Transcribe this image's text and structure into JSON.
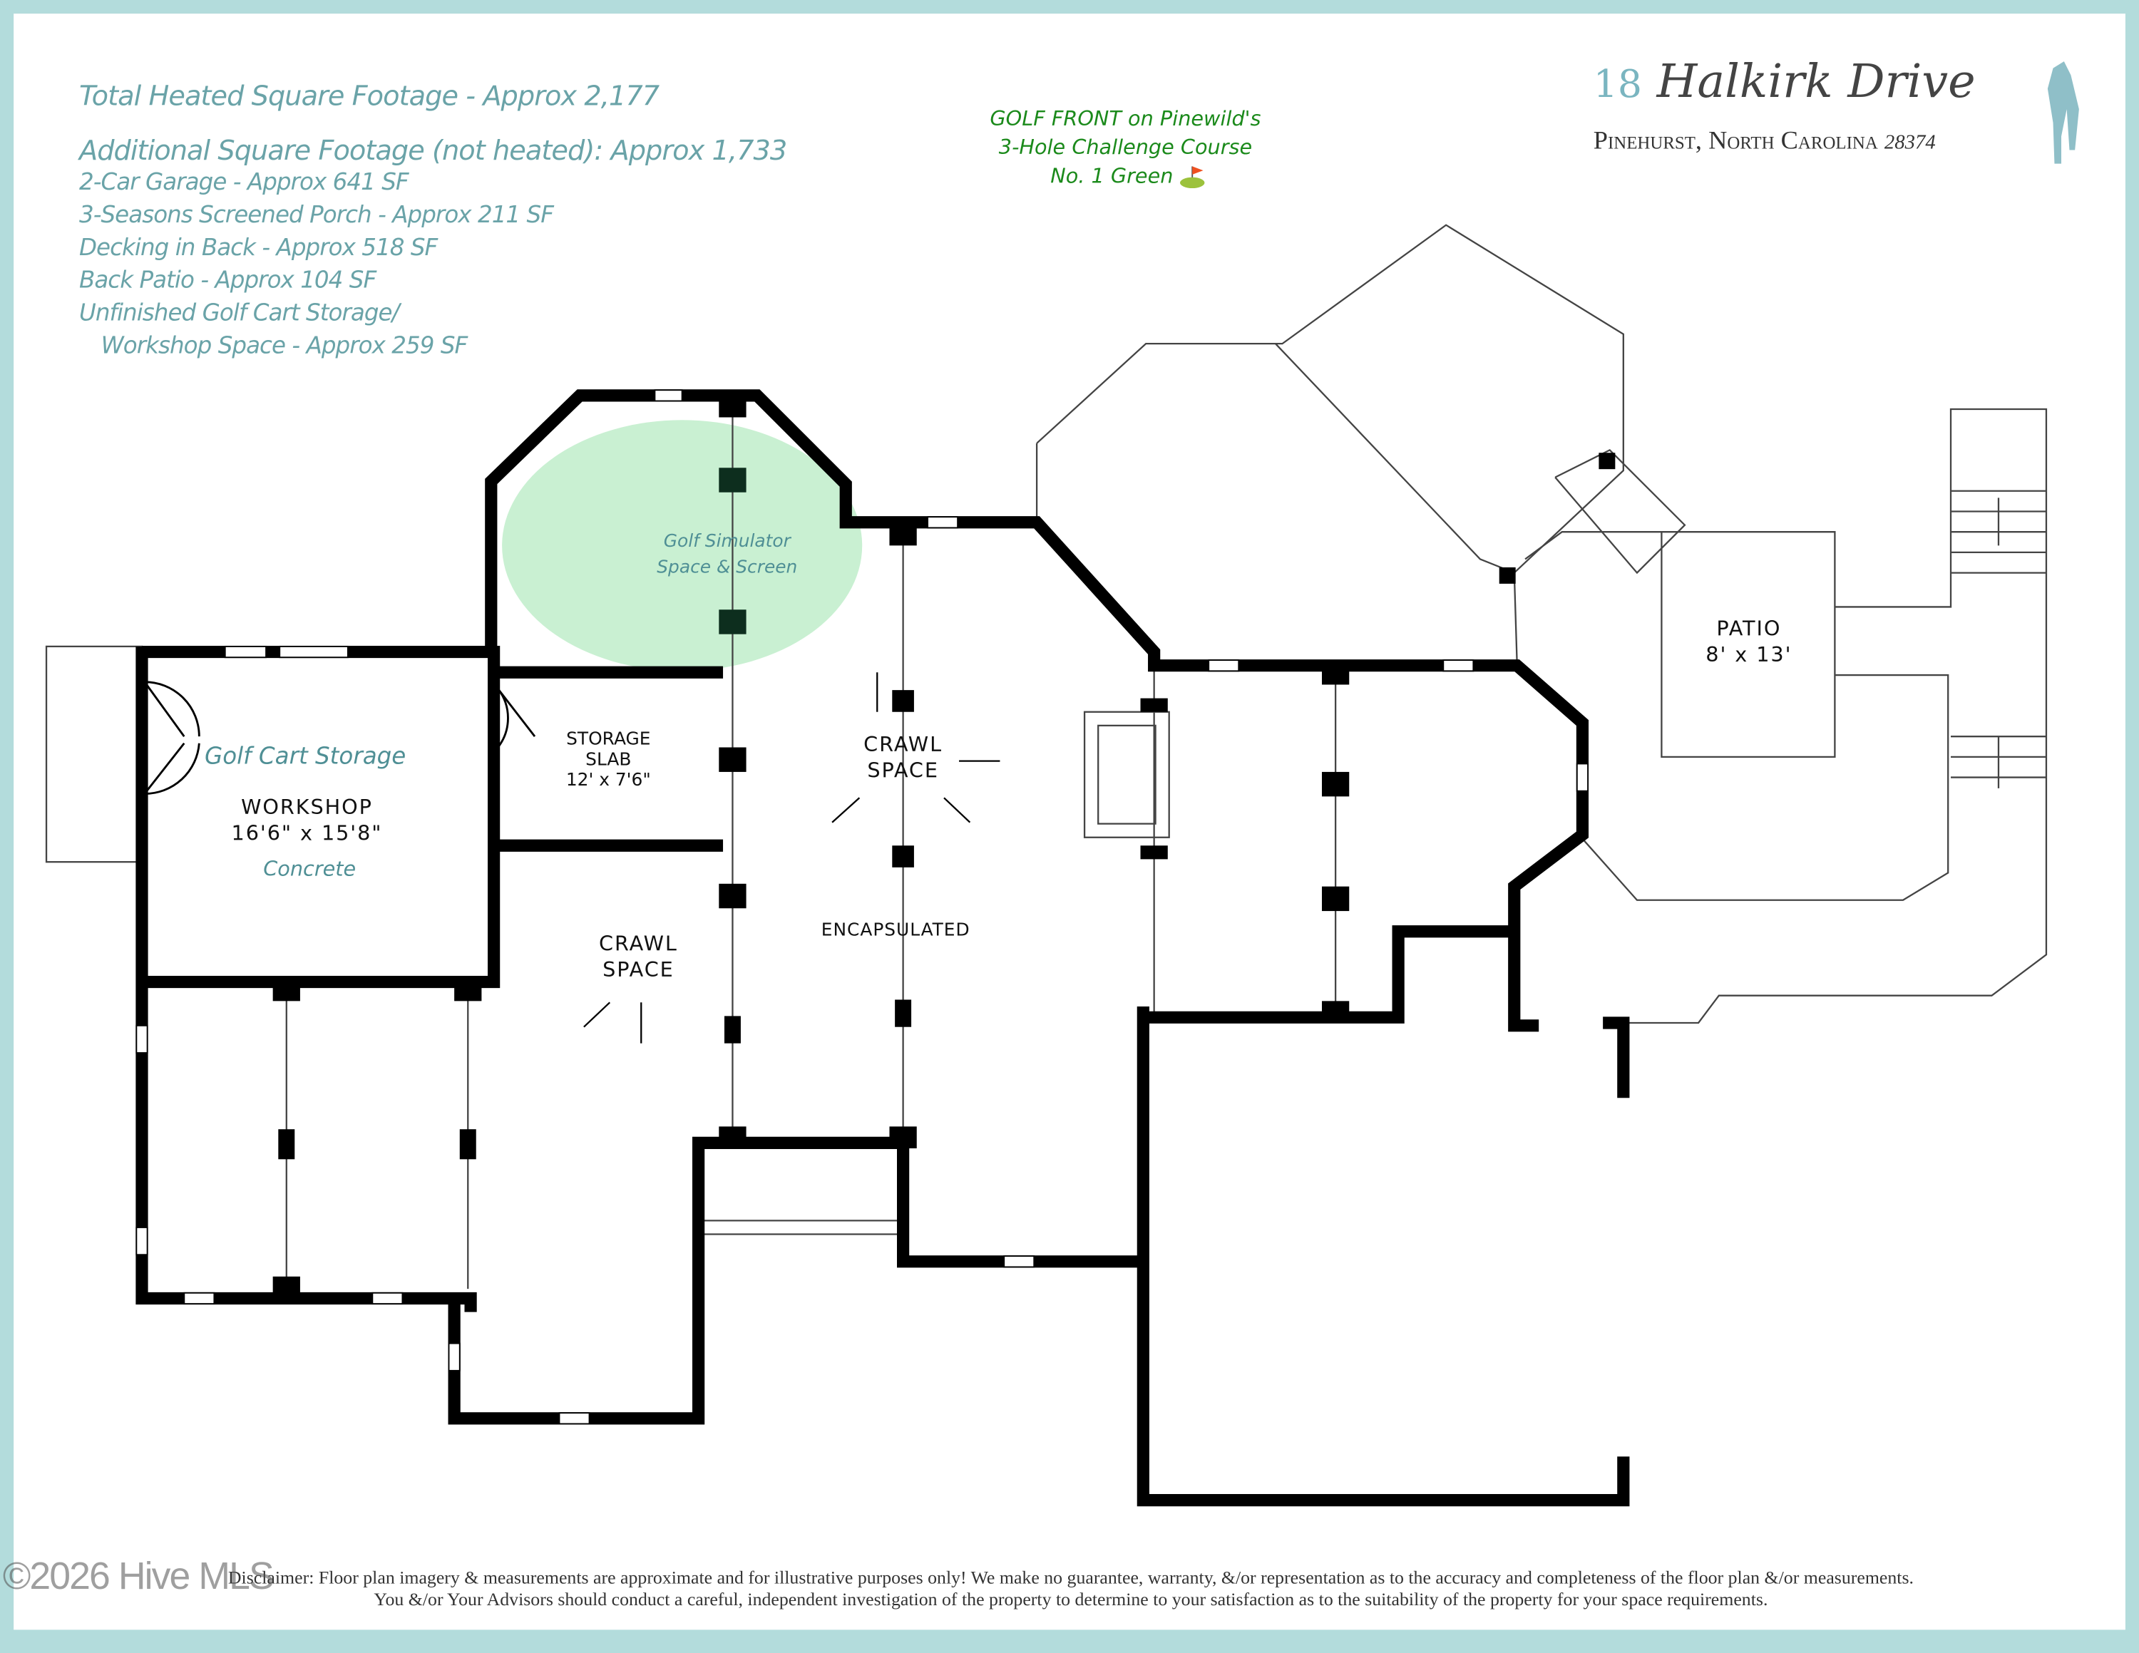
{
  "stats": {
    "heated": "Total Heated Square Footage - Approx 2,177",
    "additional": "Additional Square Footage (not heated): Approx 1,733",
    "items": [
      "2-Car Garage - Approx 641 SF",
      "3-Seasons Screened Porch - Approx 211 SF",
      "Decking in Back - Approx 518 SF",
      "Back Patio - Approx 104 SF",
      "Unfinished Golf Cart Storage/",
      "Workshop Space - Approx 259 SF"
    ]
  },
  "golf_front": [
    "GOLF FRONT on Pinewild's",
    "3-Hole Challenge Course",
    "No. 1 Green"
  ],
  "address": {
    "number": "18",
    "street": "Halkirk Drive",
    "city": "Pinehurst, North Carolina",
    "zip": "28374"
  },
  "rooms": {
    "golf_sim": [
      "Golf Simulator",
      "Space & Screen"
    ],
    "golf_cart": "Golf Cart Storage",
    "workshop": [
      "WORKSHOP",
      "16'6\" x 15'8\""
    ],
    "concrete": "Concrete",
    "storage": [
      "STORAGE",
      "SLAB",
      "12' x 7'6\""
    ],
    "crawl1": [
      "CRAWL",
      "SPACE"
    ],
    "crawl2": [
      "CRAWL",
      "SPACE"
    ],
    "encapsulated": "ENCAPSULATED",
    "patio": [
      "PATIO",
      "8' x 13'"
    ]
  },
  "disclaimer": [
    "Disclaimer: Floor plan imagery & measurements are approximate and for illustrative purposes only!  We make no guarantee, warranty, &/or representation as to the accuracy and completeness of the floor plan &/or measurements.",
    "You &/or Your Advisors should conduct a careful, independent investigation of the property to determine to your satisfaction as to the suitability of the property for your space requirements."
  ],
  "watermark": "©2026 Hive MLS",
  "colors": {
    "frame": "#b3dcdc",
    "stat_text": "#6aa3a8",
    "golf_text": "#1b8a1b",
    "sim_area": "#c9f0d2",
    "wall": "#000000"
  }
}
